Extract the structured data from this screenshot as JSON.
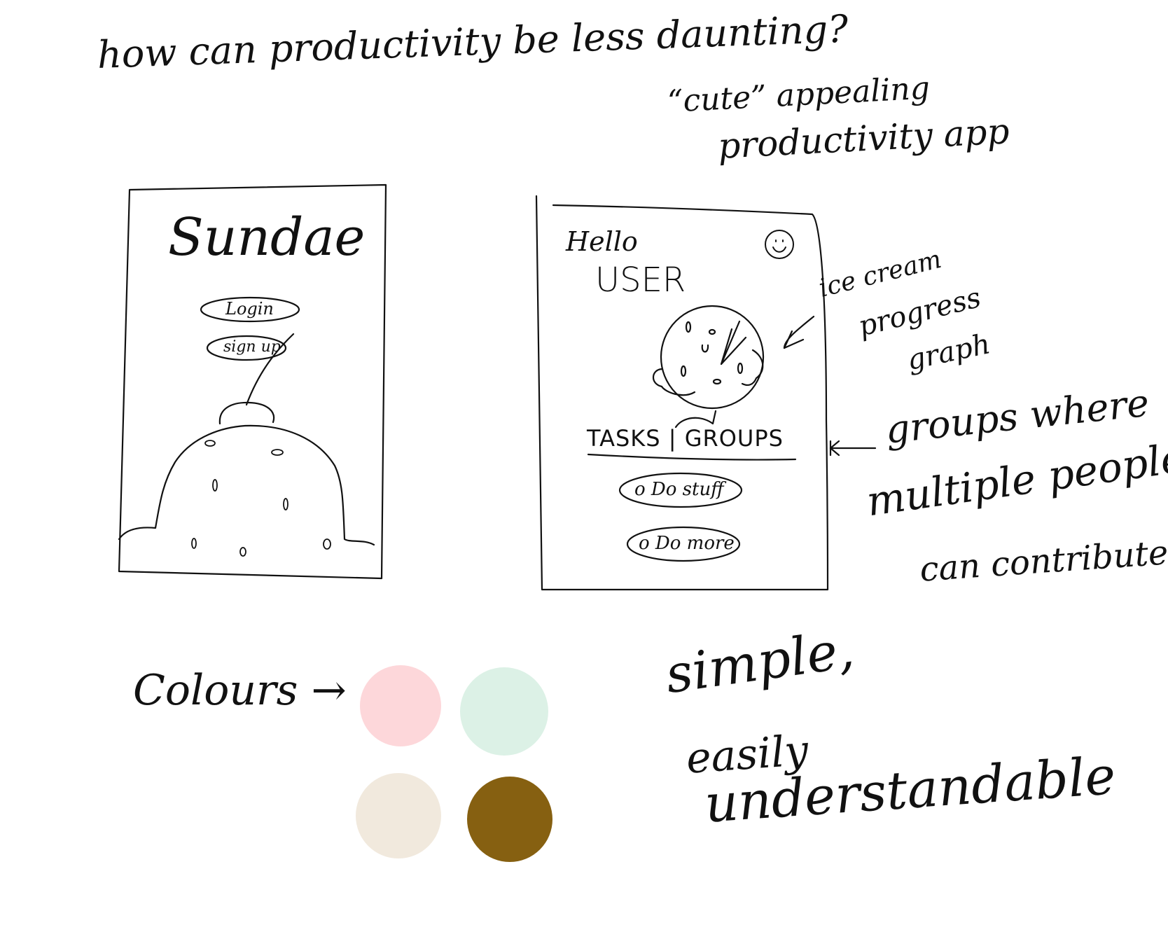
{
  "question": "how can productivity be less daunting?",
  "concept": {
    "line1": "“cute” appealing",
    "line2": "productivity app"
  },
  "login_screen": {
    "app_name": "Sundae",
    "login_label": "Login",
    "signup_label": "sign up"
  },
  "home_screen": {
    "greeting": "Hello",
    "user_label": "USER",
    "tabs_label": "TASKS | GROUPS",
    "task_1": "o Do stuff",
    "task_2": "o Do more"
  },
  "annotations": {
    "graph_1": "ice cream",
    "graph_2": "progress",
    "graph_3": "graph",
    "groups_1": "groups where",
    "groups_2": "multiple people",
    "groups_3": "can contribute"
  },
  "colours": {
    "label": "Colours →",
    "swatches": [
      "#fdd7da",
      "#dcf1e6",
      "#f1e9dd",
      "#866011"
    ]
  },
  "principles": {
    "line1": "simple,",
    "line2": "easily",
    "line3": "understandable"
  },
  "icons": [
    "smiley-icon",
    "arrow-icon",
    "cherry-icon"
  ]
}
